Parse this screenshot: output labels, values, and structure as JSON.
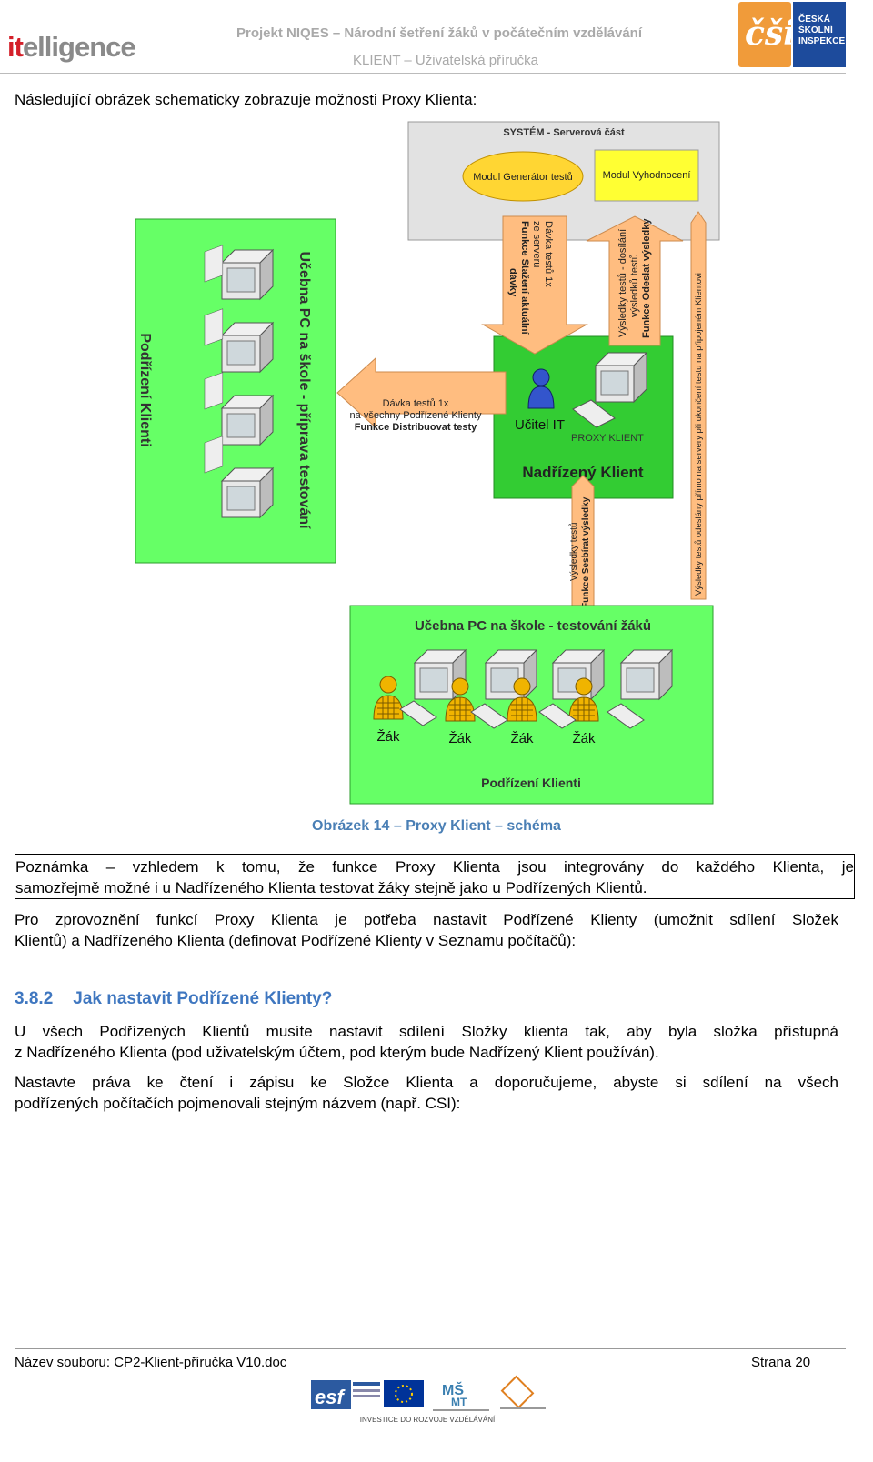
{
  "header": {
    "logo_left": "itelligence",
    "logo_left_red": "it",
    "logo_left_rest": "elligence",
    "project_title": "Projekt NIQES – Národní šetření žáků v počátečním vzdělávání",
    "doc_subtitle": "KLIENT – Uživatelská příručka",
    "logo_right_lines": [
      "ČESKÁ",
      "ŠKOLNÍ",
      "INSPEKCE"
    ]
  },
  "intro": "Následující obrázek schematicky zobrazuje možnosti Proxy Klienta:",
  "diagram": {
    "system_title": "SYSTÉM - Serverová část",
    "module_generator": "Modul Generátor testů",
    "module_evaluation": "Modul Vyhodnocení",
    "subordinate_left_title": "Podřízení Klienti",
    "classroom_prep": "Učebna PC na škole - příprava testování",
    "arrow_distribute_1": "Dávka testů 1x",
    "arrow_distribute_2": "na všechny Podřízené Klienty",
    "arrow_distribute_3": "Funkce Distribuovat testy",
    "arrow_download_1": "Dávka testů 1x",
    "arrow_download_2": "ze serveru",
    "arrow_download_3": "Funkce Stažení aktuální",
    "arrow_download_4": "dávky",
    "arrow_send_1": "Výsledky testů - dosílání",
    "arrow_send_2": "výsledků testů",
    "arrow_send_3": "Funkce Odeslat výsledky",
    "teacher": "Učitel IT",
    "proxy_label": "PROXY KLIENT",
    "parent_client": "Nadřízený Klient",
    "arrow_collect_1": "Výsledky testů",
    "arrow_collect_2": "Funkce Sesbírat výsledky",
    "arrow_direct": "Výsledky testů odeslány přímo na servery při ukončení testu na připojeném Klientovi",
    "classroom_test": "Učebna PC na škole - testování žáků",
    "students": [
      "Žák",
      "Žák",
      "Žák",
      "Žák"
    ],
    "subordinate_bottom": "Podřízení Klienti",
    "colors": {
      "green": "#66ff66",
      "dark_green": "#33cc33",
      "server_gray": "#e0e0e0",
      "arrow": "#ffbd80",
      "module_yellow": "#ffff33"
    }
  },
  "caption": "Obrázek 14 – Proxy Klient – schéma",
  "note_line1": "Poznámka – vzhledem k tomu, že funkce Proxy Klienta jsou integrovány do každého Klienta, je",
  "note_line2": "samozřejmě možné i u Nadřízeného Klienta testovat žáky stejně jako u Podřízených Klientů.",
  "para1_line1": "Pro zprovoznění funkcí Proxy Klienta je potřeba nastavit Podřízené Klienty (umožnit sdílení Složek",
  "para1_line2": "Klientů) a Nadřízeného Klienta (definovat Podřízené Klienty v Seznamu počítačů):",
  "section_number": "3.8.2",
  "section_title": "Jak nastavit Podřízené Klienty?",
  "para2_line1": "U všech Podřízených Klientů musíte nastavit sdílení Složky klienta tak, aby byla složka přístupná",
  "para2_line2": "z Nadřízeného Klienta (pod uživatelským účtem, pod kterým bude Nadřízený Klient používán).",
  "para3_line1": "Nastavte práva ke čtení i zápisu ke Složce Klienta a doporučujeme, abyste si sdílení na všech",
  "para3_line2": "podřízených počítačích pojmenovali stejným názvem (např. CSI):",
  "footer": {
    "file_name": "Název souboru: CP2-Klient-příručka V10.doc",
    "page": "Strana 20",
    "eu_caption": "INVESTICE DO ROZVOJE VZDĚLÁVÁNÍ"
  }
}
